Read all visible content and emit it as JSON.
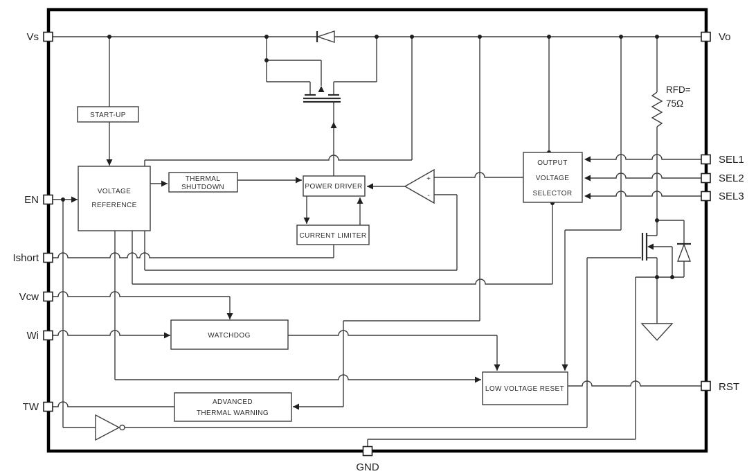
{
  "diagram": {
    "pins": {
      "left": [
        {
          "label": "Vs"
        },
        {
          "label": "EN"
        },
        {
          "label": "Ishort"
        },
        {
          "label": "Vcw"
        },
        {
          "label": "Wi"
        },
        {
          "label": "TW"
        }
      ],
      "right": [
        {
          "label": "Vo"
        },
        {
          "label": "SEL1"
        },
        {
          "label": "SEL2"
        },
        {
          "label": "SEL3"
        },
        {
          "label": "RST"
        }
      ],
      "bottom": [
        {
          "label": "GND"
        }
      ]
    },
    "blocks": {
      "startup": {
        "label": "START-UP"
      },
      "voltage_reference": {
        "line1": "VOLTAGE",
        "line2": "REFERENCE"
      },
      "thermal_shutdown": {
        "line1": "THERMAL",
        "line2": "SHUTDOWN"
      },
      "power_driver": {
        "label": "POWER DRIVER"
      },
      "current_limiter": {
        "label": "CURRENT LIMITER"
      },
      "output_voltage_selector": {
        "line1": "OUTPUT",
        "line2": "VOLTAGE",
        "line3": "SELECTOR"
      },
      "watchdog": {
        "label": "WATCHDOG"
      },
      "low_voltage_reset": {
        "label": "LOW VOLTAGE RESET"
      },
      "advanced_thermal_warning": {
        "line1": "ADVANCED",
        "line2": "THERMAL WARNING"
      }
    },
    "components": {
      "feedback_resistor": {
        "line1": "RFD=",
        "line2": "75Ω"
      },
      "comparator": {
        "plus": "+",
        "minus": "-"
      }
    },
    "colors": {
      "background": "#ffffff",
      "wire": "#3d3d3d",
      "border": "#000000",
      "text": "#1f1f1f"
    }
  }
}
